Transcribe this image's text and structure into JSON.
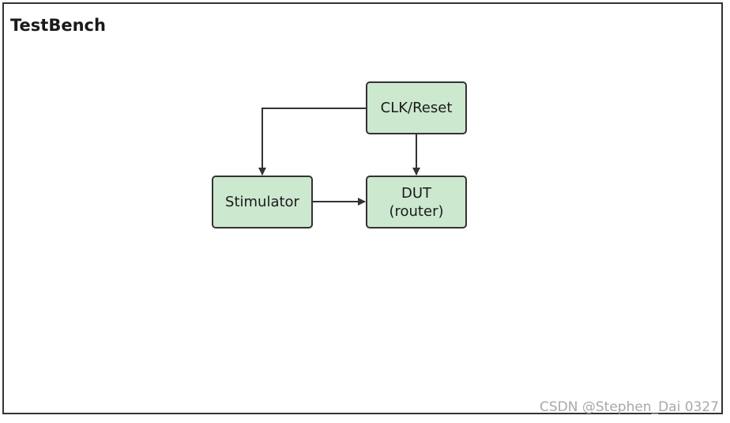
{
  "title": "TestBench",
  "nodes": {
    "clk_reset": {
      "label": "CLK/Reset"
    },
    "dut": {
      "line1": "DUT",
      "line2": "(router)"
    },
    "stimulator": {
      "label": "Stimulator"
    }
  },
  "watermark": "CSDN @Stephen_Dai 0327",
  "colors": {
    "node_fill": "#cce8cf",
    "stroke": "#333333"
  }
}
